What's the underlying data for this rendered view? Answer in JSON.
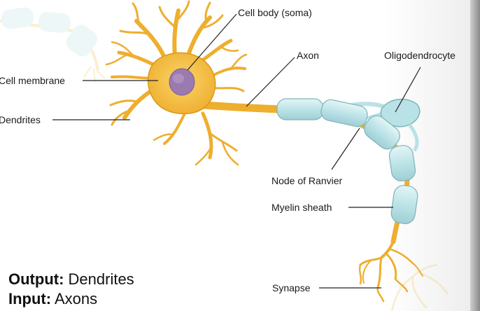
{
  "labels": {
    "cell_body": "Cell body (soma)",
    "axon": "Axon",
    "oligodendrocyte": "Oligodendrocyte",
    "cell_membrane": "Cell membrane",
    "dendrites": "Dendrites",
    "node_of_ranvier": "Node of Ranvier",
    "myelin_sheath": "Myelin sheath",
    "synapse": "Synapse"
  },
  "caption": {
    "output_key": "Output:",
    "output_value": "Dendrites",
    "input_key": "Input:",
    "input_value": "Axons"
  },
  "colors": {
    "neuron": "#f2b93b",
    "neuron_stroke": "#d99a1c",
    "nucleus": "#9b7ab0",
    "myelin": "#b9e2e6",
    "myelin_stroke": "#7fb4bb",
    "leader": "#222222"
  }
}
